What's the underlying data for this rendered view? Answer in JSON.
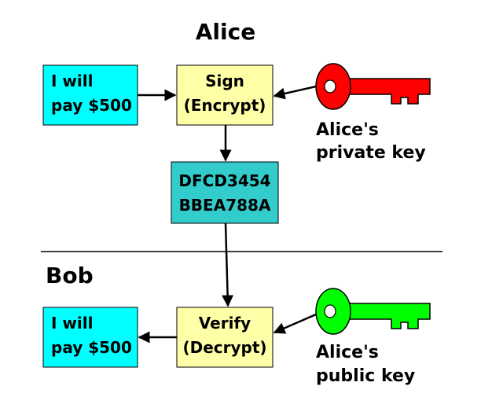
{
  "sections": {
    "top": "Alice",
    "bottom": "Bob"
  },
  "messages": {
    "original": [
      "I will",
      "pay $500"
    ],
    "received": [
      "I will",
      "pay $500"
    ]
  },
  "operations": {
    "sign": [
      "Sign",
      "(Encrypt)"
    ],
    "verify": [
      "Verify",
      "(Decrypt)"
    ]
  },
  "signature": [
    "DFCD3454",
    "BBEA788A"
  ],
  "keys": {
    "private": {
      "label": [
        "Alice's",
        "private key"
      ],
      "color": "#ff0000"
    },
    "public": {
      "label": [
        "Alice's",
        "public key"
      ],
      "color": "#00ff00"
    }
  },
  "colors": {
    "message_box": "#00ffff",
    "operation_box": "#ffffa8",
    "signature_box": "#33cccc"
  }
}
